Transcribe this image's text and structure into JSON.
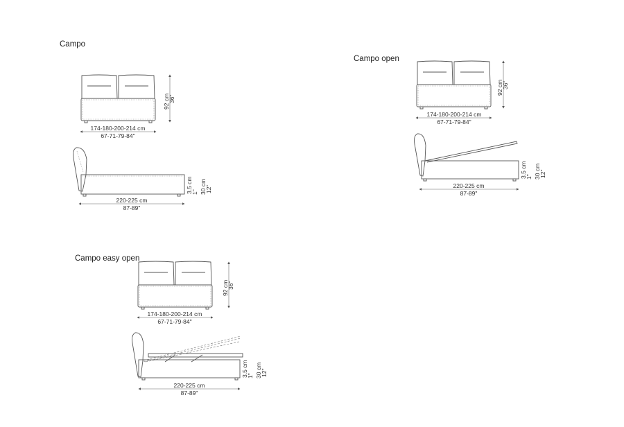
{
  "sections": [
    {
      "title": "Campo",
      "width_cm": "174-180-200-214 cm",
      "width_in": "67-71-79-84\"",
      "height_cm": "92 cm",
      "height_in": "36\"",
      "length_cm": "220-225 cm",
      "length_in": "87-89\"",
      "leg_cm": "3.5 cm",
      "leg_in": "1\"",
      "base_cm": "30 cm",
      "base_in": "12\""
    },
    {
      "title": "Campo open",
      "width_cm": "174-180-200-214 cm",
      "width_in": "67-71-79-84\"",
      "height_cm": "92 cm",
      "height_in": "36\"",
      "length_cm": "220-225 cm",
      "length_in": "87-89\"",
      "leg_cm": "3.5 cm",
      "leg_in": "1\"",
      "base_cm": "30 cm",
      "base_in": "12\""
    },
    {
      "title": "Campo easy open",
      "width_cm": "174-180-200-214 cm",
      "width_in": "67-71-79-84\"",
      "height_cm": "92 cm",
      "height_in": "36\"",
      "length_cm": "220-225 cm",
      "length_in": "87-89\"",
      "leg_cm": "3.5 cm",
      "leg_in": "1\"",
      "base_cm": "30 cm",
      "base_in": "12\""
    }
  ]
}
